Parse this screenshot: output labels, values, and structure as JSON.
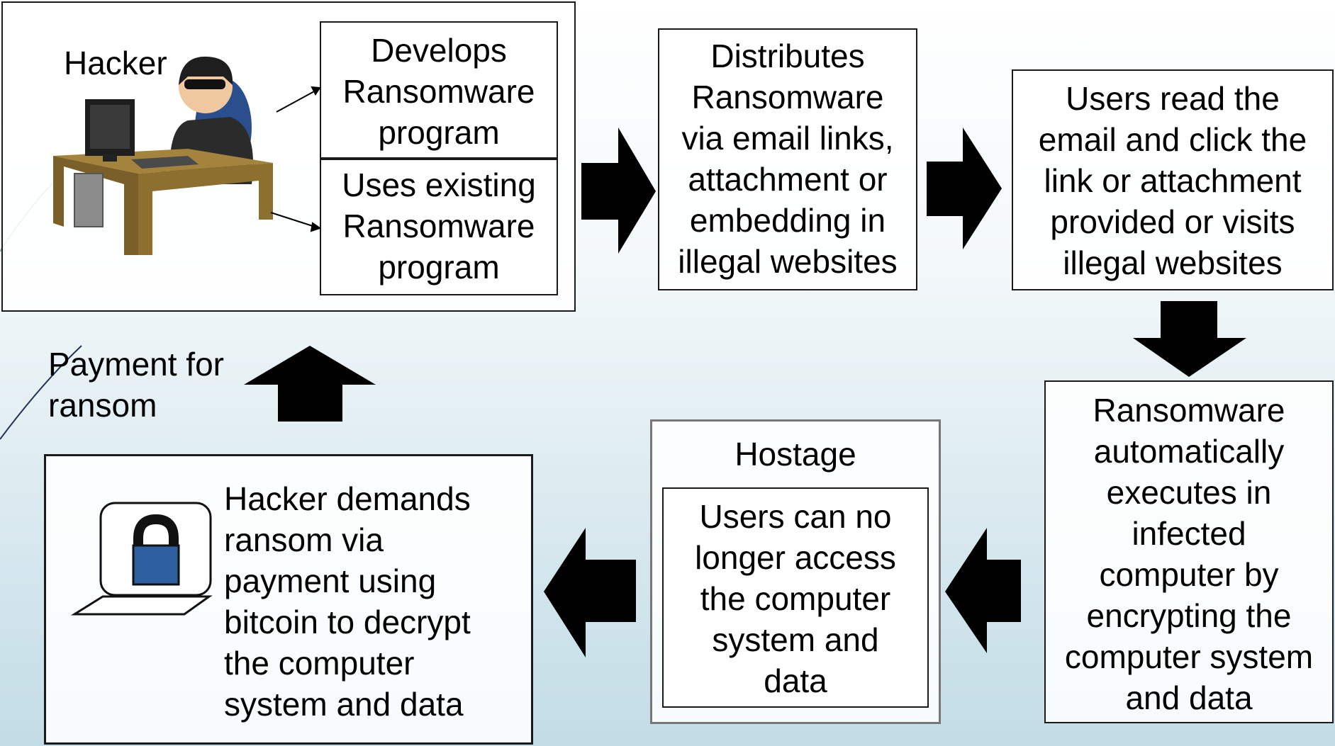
{
  "hacker_group": {
    "hacker_label": "Hacker",
    "develops": "Develops\nRansomware\nprogram",
    "uses_existing": "Uses existing\nRansomware\nprogram"
  },
  "distributes": "Distributes\nRansomware\nvia email links,\nattachment or\nembedding in\nillegal websites",
  "users_click": "Users  read the\nemail and click the\nlink or attachment\nprovided or visits\nillegal websites",
  "executes": "Ransomware\nautomatically\nexecutes in\ninfected\ncomputer by\nencrypting the\ncomputer system\nand data",
  "hostage": {
    "title": "Hostage",
    "body": "Users can no\nlonger access\nthe computer\nsystem and\ndata"
  },
  "demands": "Hacker demands\nransom via\npayment using\nbitcoin to decrypt\nthe computer\nsystem and data",
  "payment_label": "Payment for\nransom",
  "colors": {
    "arrow": "#000000",
    "lock_body": "#2e5f9e",
    "box_border": "#1a1a1a",
    "hostage_border": "#777777"
  },
  "icons": [
    "hacker-illustration",
    "locked-laptop-icon"
  ]
}
